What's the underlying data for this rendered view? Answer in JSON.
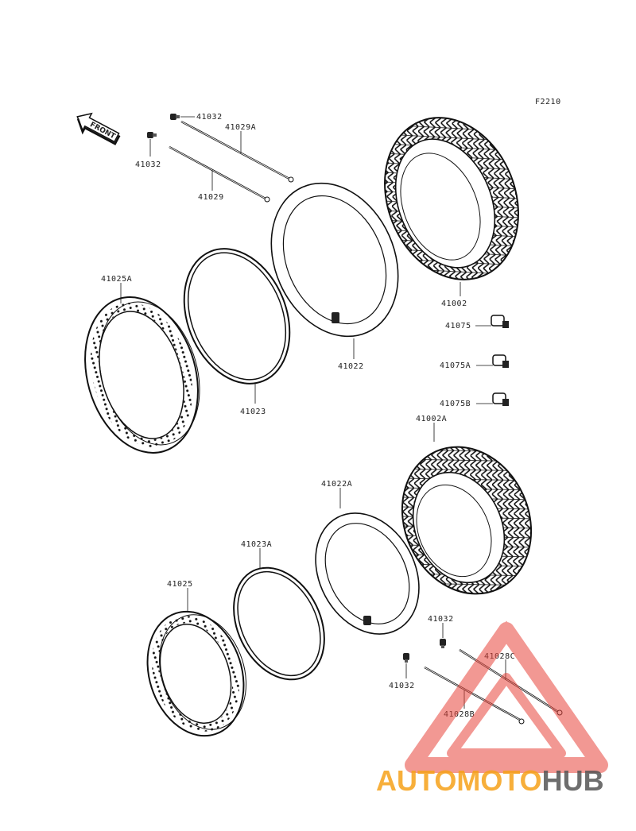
{
  "figure_code": "F2210",
  "front_arrow": {
    "text": "FRONT"
  },
  "parts": [
    {
      "key": "41032_a",
      "number": "41032"
    },
    {
      "key": "41029A",
      "number": "41029A"
    },
    {
      "key": "41032_b",
      "number": "41032"
    },
    {
      "key": "41029",
      "number": "41029"
    },
    {
      "key": "41025A",
      "number": "41025A"
    },
    {
      "key": "41023",
      "number": "41023"
    },
    {
      "key": "41022",
      "number": "41022"
    },
    {
      "key": "41002",
      "number": "41002"
    },
    {
      "key": "41075",
      "number": "41075"
    },
    {
      "key": "41075A",
      "number": "41075A"
    },
    {
      "key": "41075B",
      "number": "41075B"
    },
    {
      "key": "41002A",
      "number": "41002A"
    },
    {
      "key": "41022A",
      "number": "41022A"
    },
    {
      "key": "41023A",
      "number": "41023A"
    },
    {
      "key": "41025",
      "number": "41025"
    },
    {
      "key": "41032_c",
      "number": "41032"
    },
    {
      "key": "41032_d",
      "number": "41032"
    },
    {
      "key": "41028C",
      "number": "41028C"
    },
    {
      "key": "41028B",
      "number": "41028B"
    }
  ],
  "watermark": {
    "logo_text_part1": "AUTOMOTO",
    "logo_text_part2": "HUB",
    "color_red": "#e8453c",
    "color_orange": "#f6a21a",
    "color_gray": "#555555"
  }
}
